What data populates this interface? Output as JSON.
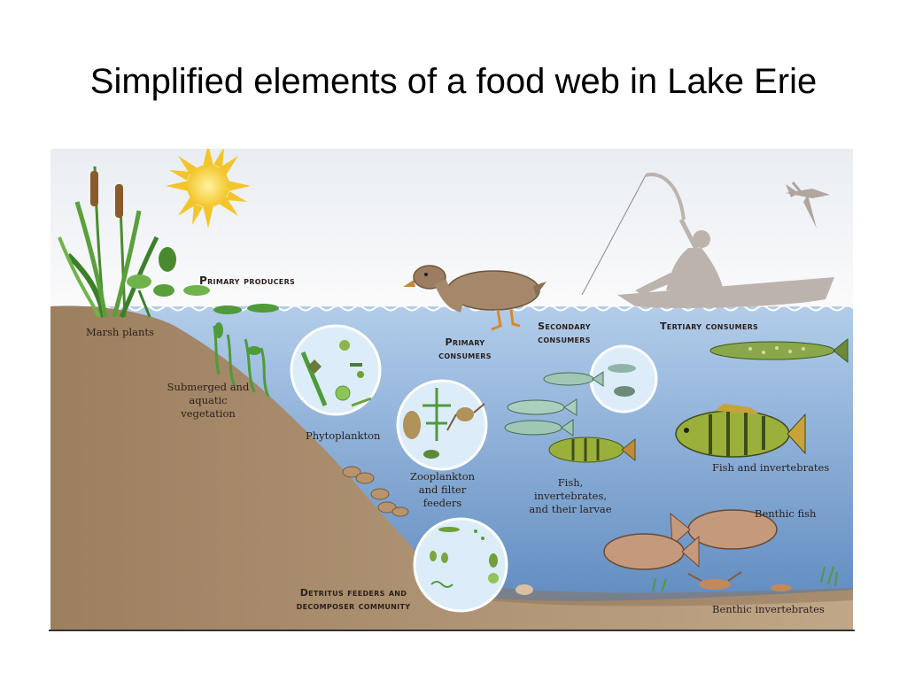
{
  "slide": {
    "title": "Simplified elements of a food web in Lake Erie"
  },
  "headings": {
    "primary_producers": "Primary producers",
    "primary_consumers": "Primary consumers",
    "secondary_consumers": "Secondary consumers",
    "tertiary_consumers": "Tertiary consumers",
    "detritus": "Detritus feeders and decomposer community"
  },
  "labels": {
    "marsh_plants": "Marsh plants",
    "submerged": "Submerged and aquatic vegetation",
    "phytoplankton": "Phytoplankton",
    "zooplankton": "Zooplankton and filter feeders",
    "fish_larvae": "Fish, invertebrates, and their larvae",
    "fish_invertebrates": "Fish and invertebrates",
    "benthic_fish": "Benthic fish",
    "benthic_invertebrates": "Benthic invertebrates"
  },
  "colors": {
    "sky": "#f4f6f8",
    "water_top": "#a9c6e6",
    "water_bottom": "#5d88bd",
    "shore": "#a68a6a",
    "circle_fill": "#ddeefa",
    "fish_green": "#7aa63b",
    "fish_silver": "#9fc7b4",
    "benthic_fish": "#c59a7c",
    "duck": "#a5876a",
    "boat": "#bdb3ad",
    "sun": "#f6d23a"
  }
}
